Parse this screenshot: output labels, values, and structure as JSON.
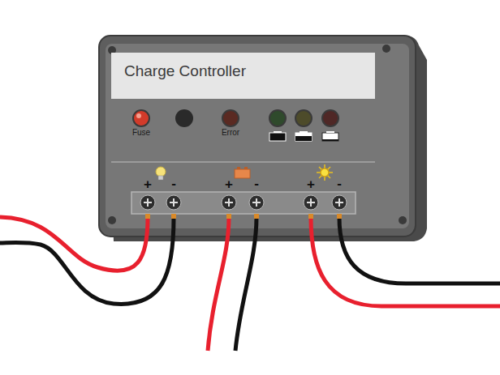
{
  "diagram": {
    "nodes": [
      {
        "text": [
          "Charge Controller"
        ]
      }
    ],
    "labels": [
      "Fuse",
      "Error",
      "+",
      "-",
      "+",
      "-",
      "+",
      "-"
    ]
  }
}
